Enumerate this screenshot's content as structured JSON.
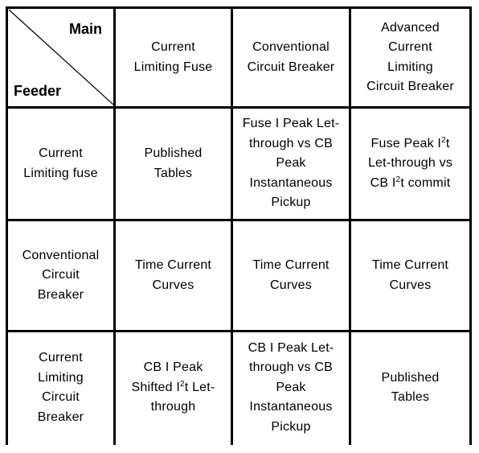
{
  "table": {
    "corner": {
      "main": "Main",
      "feeder": "Feeder"
    },
    "header": [
      "Current\nLimiting Fuse",
      "Conventional\nCircuit Breaker",
      "Advanced\nCurrent\nLimiting\nCircuit Breaker"
    ],
    "rows": [
      {
        "label": "Current\nLimiting fuse",
        "cells": [
          "Published\nTables",
          "Fuse I Peak Let-\nthrough vs CB\nPeak\nInstantaneous\nPickup",
          {
            "pre": "Fuse Peak I",
            "sup": "2",
            "post": "t\nLet-through vs\nCB I",
            "sup2": "2",
            "post2": "t commit"
          }
        ]
      },
      {
        "label": "Conventional\nCircuit\nBreaker",
        "cells": [
          "Time Current\nCurves",
          "Time Current\nCurves",
          "Time Current\nCurves"
        ]
      },
      {
        "label": "Current\nLimiting\nCircuit\nBreaker",
        "cells": [
          {
            "pre": "CB I Peak\nShifted I",
            "sup": "2",
            "post": "t Let-\nthrough"
          },
          "CB I Peak Let-\nthrough vs CB\nPeak\nInstantaneous\nPickup",
          "Published\nTables"
        ]
      }
    ]
  }
}
